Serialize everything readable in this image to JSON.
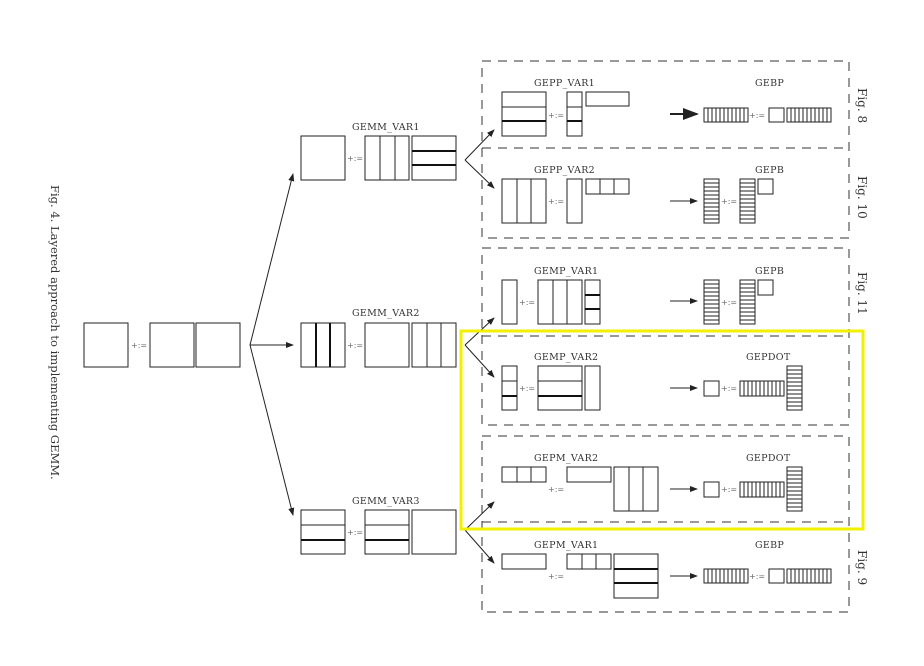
{
  "caption": "Fig. 4.   Layered approach to implementing GEMM.",
  "operator": "+:=",
  "labels": {
    "gemm_var1": "GEMM_VAR1",
    "gemm_var2": "GEMM_VAR2",
    "gemm_var3": "GEMM_VAR3",
    "gepp_var1": "GEPP_VAR1",
    "gepp_var2": "GEPP_VAR2",
    "gemp_var1": "GEMP_VAR1",
    "gemp_var2": "GEMP_VAR2",
    "gepm_var2": "GEPM_VAR2",
    "gepm_var1": "GEPM_VAR1",
    "gebp": "GEBP",
    "gepb": "GEPB",
    "gepdot": "GEPDOT"
  },
  "figure_refs": {
    "fig8": "Fig. 8",
    "fig10": "Fig. 10",
    "fig11": "Fig. 11",
    "fig9": "Fig. 9"
  },
  "colors": {
    "highlight": "#f0f000",
    "stroke": "#222222"
  }
}
